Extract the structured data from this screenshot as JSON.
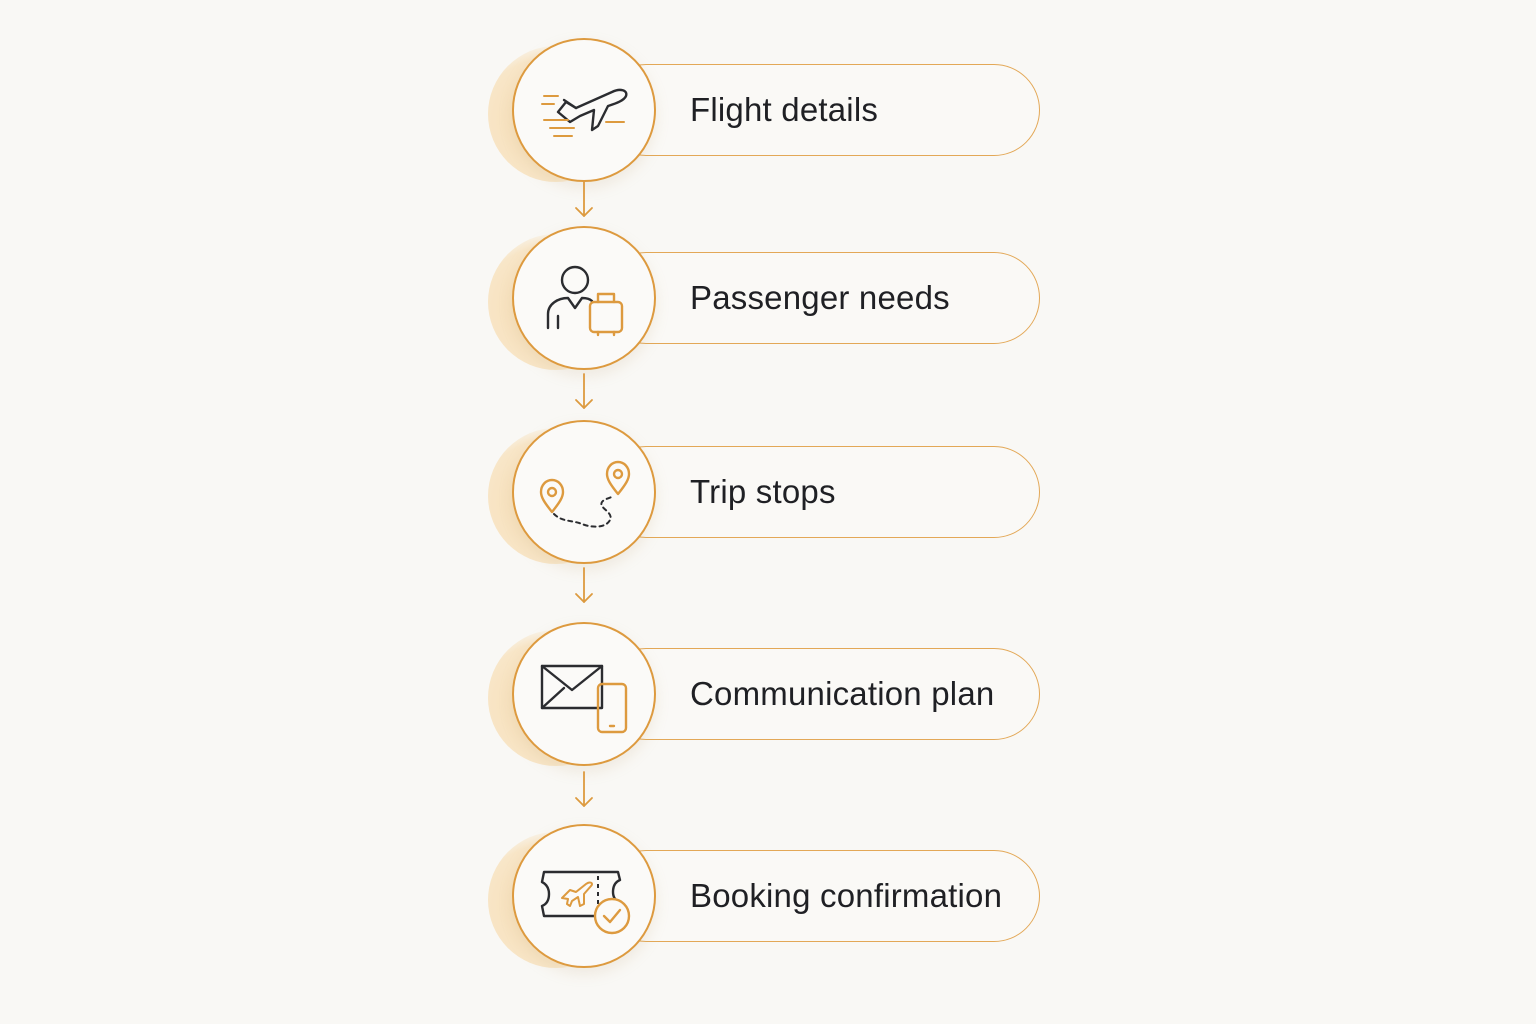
{
  "colors": {
    "background": "#f9f8f5",
    "accent": "#dd9a3f",
    "accent_light": "#e3a857",
    "halo": "#f6ddb4",
    "text": "#1f2024",
    "icon_stroke": "#2b2c30"
  },
  "steps": [
    {
      "label": "Flight details",
      "icon": "airplane-icon"
    },
    {
      "label": "Passenger needs",
      "icon": "passenger-luggage-icon"
    },
    {
      "label": "Trip stops",
      "icon": "route-pins-icon"
    },
    {
      "label": "Communication plan",
      "icon": "envelope-phone-icon"
    },
    {
      "label": "Booking confirmation",
      "icon": "ticket-check-icon"
    }
  ]
}
